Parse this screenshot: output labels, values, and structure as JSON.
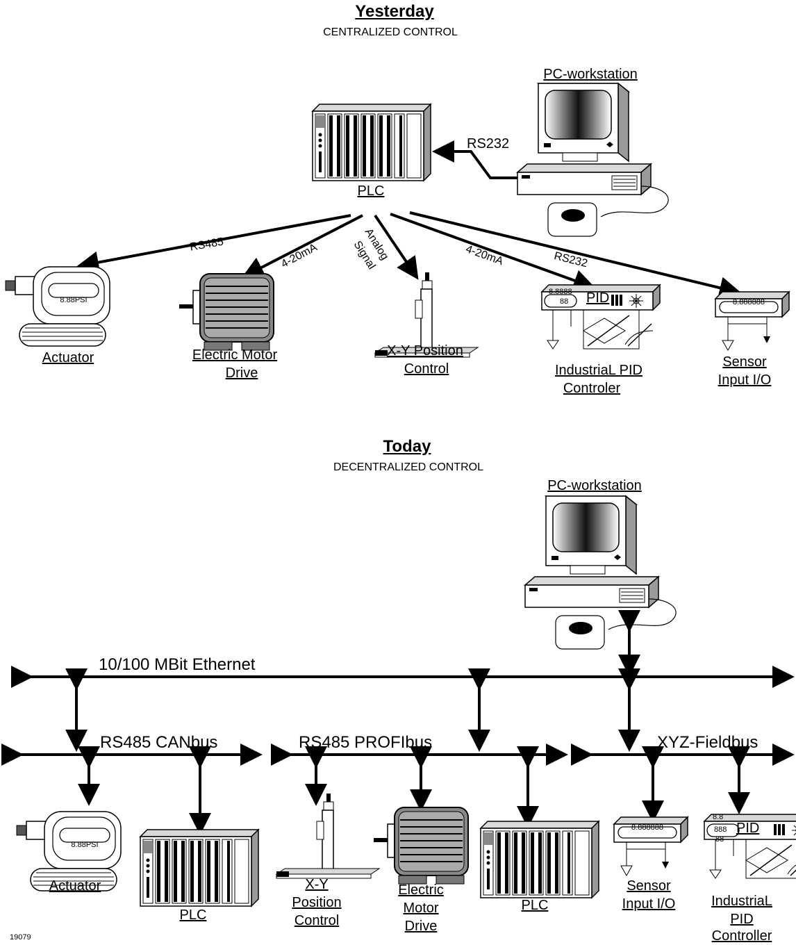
{
  "top": {
    "title": "Yesterday",
    "subtitle": "CENTRALIZED CONTROL",
    "pc_label": "PC-workstation",
    "plc_label": "PLC",
    "rs232_pc": "RS232",
    "links": {
      "rs485": "RS485",
      "ma1": "4-20mA",
      "analog_line1": "Analog",
      "analog_line2": "Signal",
      "ma2": "4-20mA",
      "rs232": "RS232"
    },
    "devices": {
      "actuator": "Actuator",
      "motor_line1": "Electric Motor",
      "motor_line2": "Drive",
      "xy_line1": "X-Y Position",
      "xy_line2": "Control",
      "pid_line1": "IndustriaL PID",
      "pid_line2": "Controler",
      "sensor_line1": "Sensor",
      "sensor_line2": "Input I/O"
    },
    "displays": {
      "actuator": "8.88PSI",
      "pid": "8.8888",
      "pid_small": "88",
      "pid_text": "PID",
      "sensor": "8.888888"
    }
  },
  "bottom": {
    "title": "Today",
    "subtitle": "DECENTRALIZED CONTROL",
    "pc_label": "PC-workstation",
    "ethernet": "10/100 MBit Ethernet",
    "bus_can": "RS485 CANbus",
    "bus_profi": "RS485 PROFIbus",
    "bus_xyz": "XYZ-Fieldbus",
    "devices": {
      "actuator": "Actuator",
      "plc1": "PLC",
      "xy_line1": "X-Y",
      "xy_line2": "Position",
      "xy_line3": "Control",
      "motor_line1": "Electric",
      "motor_line2": "Motor",
      "motor_line3": "Drive",
      "plc2": "PLC",
      "sensor_line1": "Sensor",
      "sensor_line2": "Input I/O",
      "pid_line1": "IndustriaL",
      "pid_line2": "PID",
      "pid_line3": "Controller"
    },
    "displays": {
      "actuator": "8.88PSI",
      "sensor": "8.888888",
      "pid": "888",
      "pid_top": "8.8",
      "pid_small": "88",
      "pid_text": "PID"
    }
  },
  "figure_number": "19079"
}
